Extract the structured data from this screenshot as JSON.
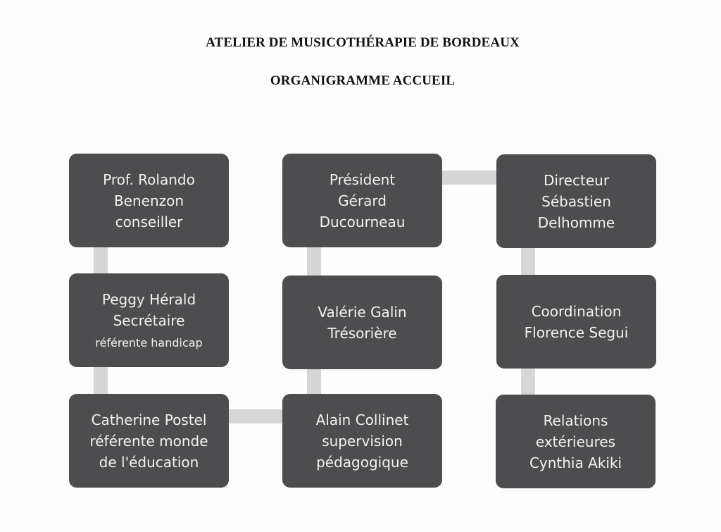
{
  "header": {
    "title": "ATELIER DE MUSICOTHÉRAPIE DE BORDEAUX",
    "subtitle": "ORGANIGRAMME ACCUEIL"
  },
  "colors": {
    "box_fill": "#4d4d4f",
    "box_text": "#f2f2f2",
    "connector": "#d6d6d6",
    "background": "#fdfdfd"
  },
  "nodes": [
    {
      "id": "benenzon",
      "lines": [
        "Prof. Rolando",
        "Benenzon",
        "conseiller"
      ]
    },
    {
      "id": "herald",
      "lines": [
        "Peggy Hérald",
        "Secrétaire"
      ],
      "note": "référente handicap"
    },
    {
      "id": "postel",
      "lines": [
        "Catherine Postel",
        "référente monde",
        "de l'éducation"
      ]
    },
    {
      "id": "ducourneau",
      "lines": [
        "Président",
        "Gérard",
        "Ducourneau"
      ]
    },
    {
      "id": "galin",
      "lines": [
        "Valérie Galin",
        "Trésorière"
      ]
    },
    {
      "id": "collinet",
      "lines": [
        "Alain Collinet",
        "supervision",
        "pédagogique"
      ]
    },
    {
      "id": "delhomme",
      "lines": [
        "Directeur",
        "Sébastien",
        "Delhomme"
      ]
    },
    {
      "id": "segui",
      "lines": [
        "Coordination",
        "Florence Segui"
      ]
    },
    {
      "id": "akiki",
      "lines": [
        "Relations",
        "extérieures",
        "Cynthia Akiki"
      ]
    }
  ],
  "edges": [
    [
      "benenzon",
      "herald"
    ],
    [
      "herald",
      "postel"
    ],
    [
      "postel",
      "collinet"
    ],
    [
      "collinet",
      "galin"
    ],
    [
      "galin",
      "ducourneau"
    ],
    [
      "ducourneau",
      "delhomme"
    ],
    [
      "delhomme",
      "segui"
    ],
    [
      "segui",
      "akiki"
    ]
  ]
}
